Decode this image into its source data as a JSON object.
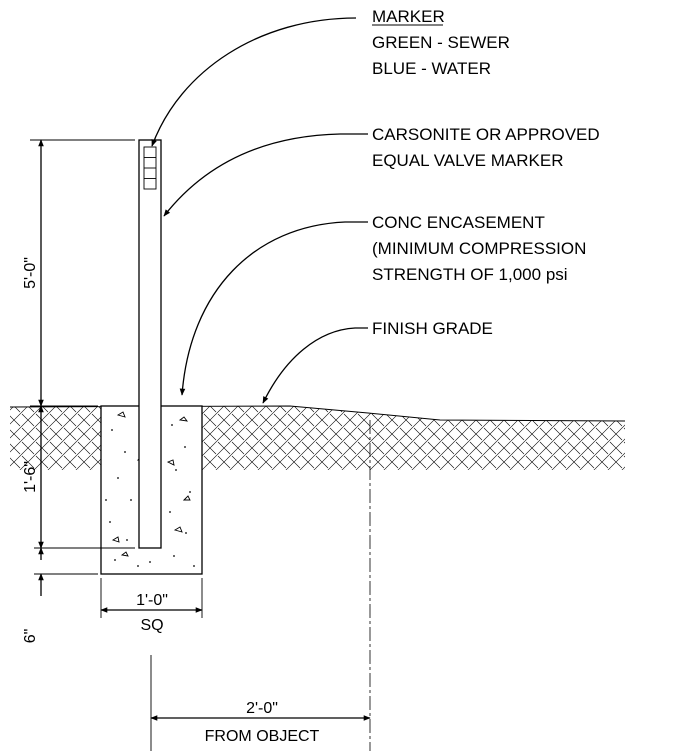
{
  "callouts": {
    "marker": {
      "heading": "MARKER",
      "line1": "GREEN - SEWER",
      "line2": "BLUE - WATER"
    },
    "valve_marker": {
      "line1": "CARSONITE OR APPROVED",
      "line2": "EQUAL VALVE MARKER"
    },
    "encasement": {
      "line1": "CONC ENCASEMENT",
      "line2": "(MINIMUM COMPRESSION",
      "line3": "STRENGTH OF 1,000 psi"
    },
    "grade": {
      "line1": "FINISH GRADE"
    }
  },
  "dimensions": {
    "height_above_grade": "5'-0\"",
    "depth_below_grade": "1'-6\"",
    "base_depth": "6\"",
    "width": "1'-0\"",
    "width_note": "SQ",
    "offset": "2'-0\"",
    "offset_note": "FROM OBJECT"
  }
}
